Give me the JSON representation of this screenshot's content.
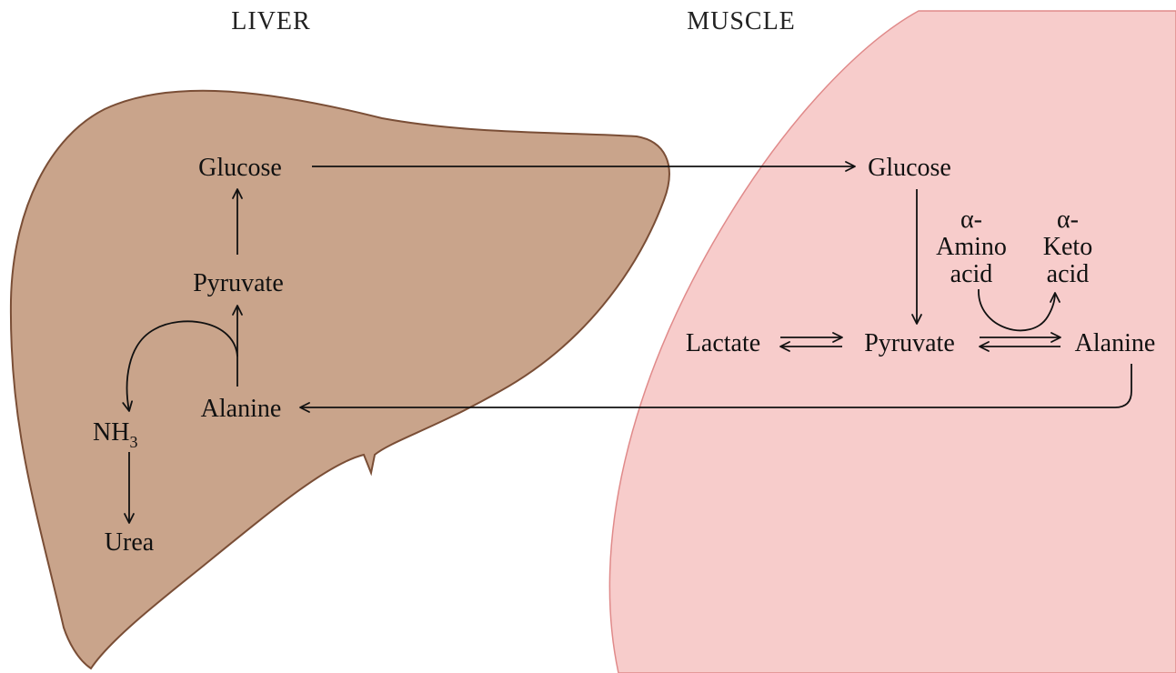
{
  "colors": {
    "liver": "#c9a48b",
    "muscle": "#f7cccb",
    "outline": "#7a4e36",
    "muscle_outline": "#e08a8a",
    "ink": "#111111"
  },
  "headers": {
    "liver": "LIVER",
    "muscle": "MUSCLE"
  },
  "liver": {
    "glucose": "Glucose",
    "pyruvate": "Pyruvate",
    "alanine": "Alanine",
    "nh3_base": "NH",
    "nh3_sub": "3",
    "urea": "Urea"
  },
  "muscle": {
    "glucose": "Glucose",
    "lactate": "Lactate",
    "pyruvate": "Pyruvate",
    "alanine": "Alanine",
    "amino_acid": [
      "α-",
      "Amino",
      "acid"
    ],
    "keto_acid": [
      "α-",
      "Keto",
      "acid"
    ]
  }
}
